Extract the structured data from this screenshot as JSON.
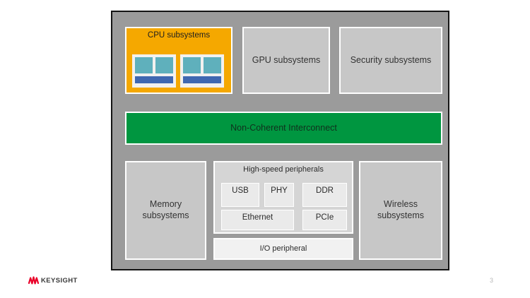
{
  "diagram": {
    "cpu": {
      "label": "CPU subsystems"
    },
    "gpu": {
      "label": "GPU subsystems"
    },
    "security": {
      "label": "Security subsystems"
    },
    "interconnect": {
      "label": "Non-Coherent Interconnect"
    },
    "memory": {
      "label": "Memory subsystems"
    },
    "high_speed": {
      "label": "High-speed peripherals",
      "chips": {
        "usb": "USB",
        "phy": "PHY",
        "ddr": "DDR",
        "ethernet": "Ethernet",
        "pcie": "PCIe"
      }
    },
    "io": {
      "label": "I/O peripheral"
    },
    "wireless": {
      "label": "Wireless subsystems"
    }
  },
  "footer": {
    "logo_text": "KEYSIGHT",
    "page_number": "3"
  },
  "colors": {
    "container_bg": "#9B9B9B",
    "subsystem_gray": "#C7C7C7",
    "cpu_orange": "#F5A800",
    "interconnect_green": "#009640",
    "core_teal": "#5FB0BC",
    "bus_blue": "#3F68B1",
    "peripherals_bg": "#D5D5D5",
    "chip_bg": "#EAEAEA",
    "io_bg": "#F1F1F1",
    "logo_red": "#E90029"
  }
}
